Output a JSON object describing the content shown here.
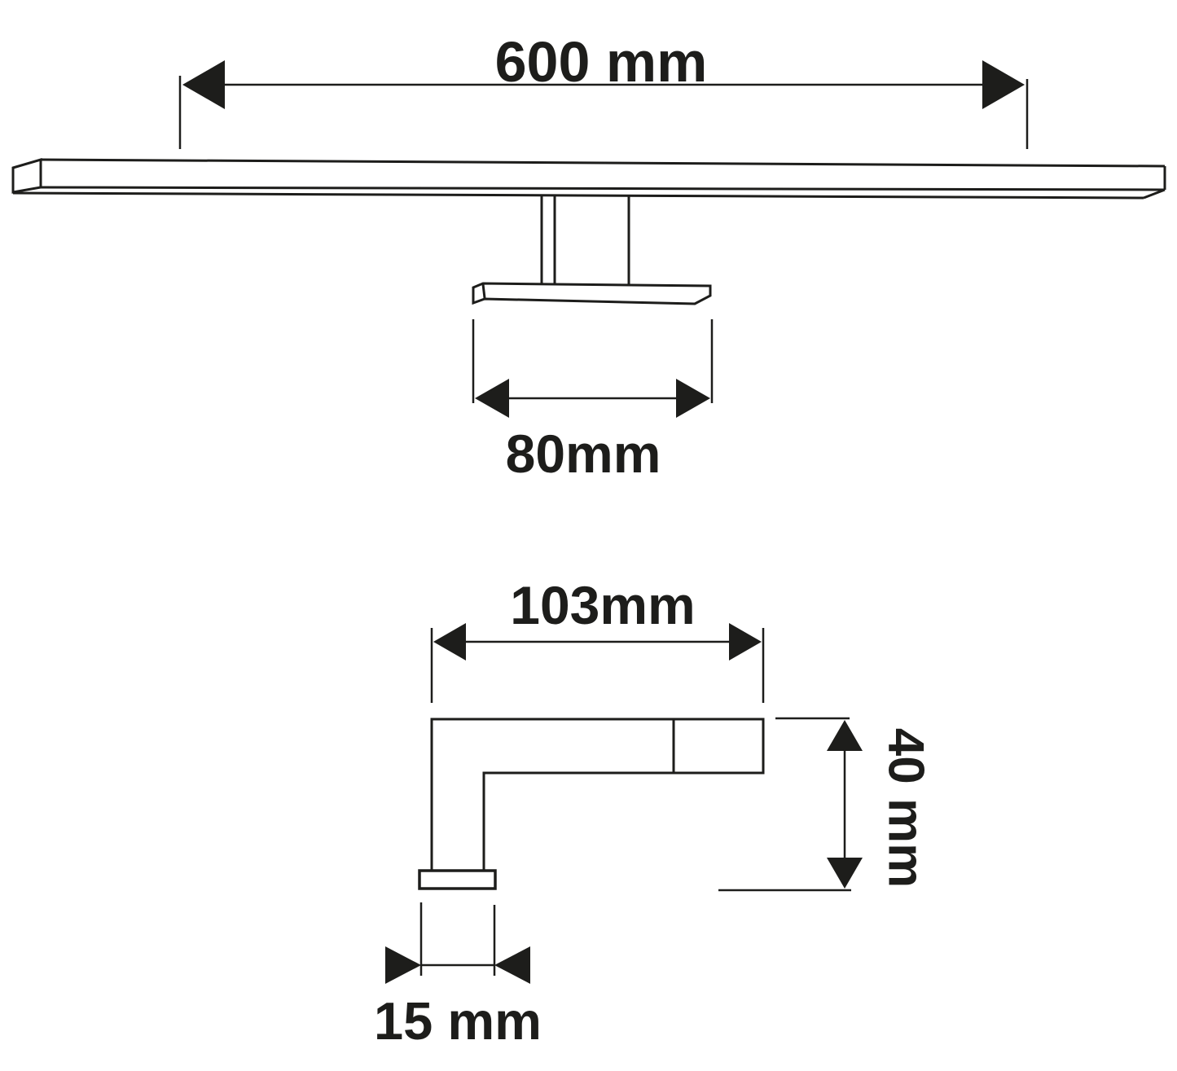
{
  "page": {
    "background": "#ffffff",
    "line_color": "#1d1d1b"
  },
  "views": {
    "front": {
      "dimensions": {
        "bar_width": "600 mm",
        "mounting_plate_width": "80mm"
      }
    },
    "side": {
      "dimensions": {
        "arm_depth": "103mm",
        "bracket_height": "40 mm",
        "foot_width": "15 mm"
      }
    }
  }
}
